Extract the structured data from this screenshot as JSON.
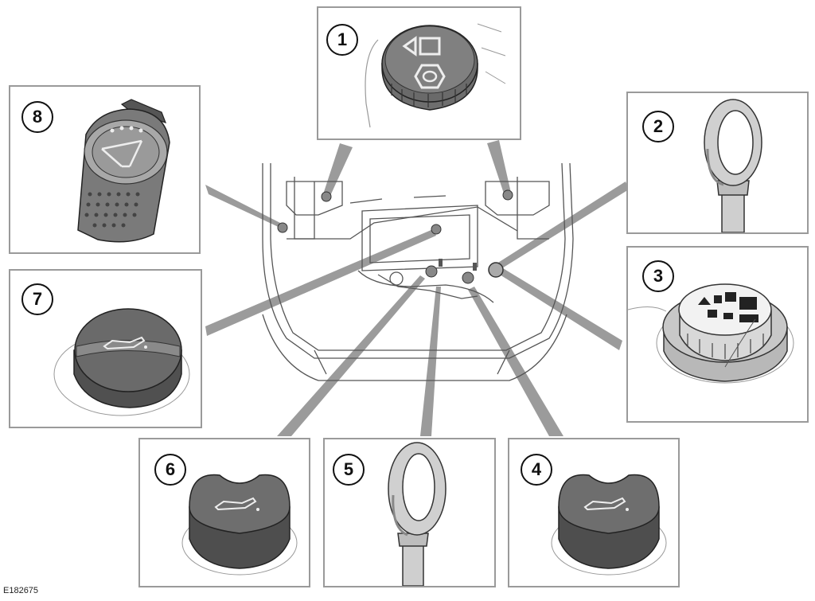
{
  "callouts": [
    "1",
    "2",
    "3",
    "4",
    "5",
    "6",
    "7",
    "8"
  ],
  "figure_ref": "E182675",
  "colors": {
    "panel_border": "#9a9a9a",
    "leader": "#9b9b9b",
    "cap_dark": "#555555",
    "cap_light": "#d6d6d6",
    "line": "#444444"
  },
  "components": [
    {
      "callout": "1",
      "icon": "brake-fluid-reservoir-cap-icon"
    },
    {
      "callout": "2",
      "icon": "transmission-dipstick-icon"
    },
    {
      "callout": "3",
      "icon": "coolant-expansion-tank-cap-icon"
    },
    {
      "callout": "4",
      "icon": "engine-oil-filler-cap-icon"
    },
    {
      "callout": "5",
      "icon": "engine-oil-dipstick-icon"
    },
    {
      "callout": "6",
      "icon": "engine-oil-filler-cap-icon"
    },
    {
      "callout": "7",
      "icon": "engine-oil-filler-cap-icon"
    },
    {
      "callout": "8",
      "icon": "washer-fluid-reservoir-cap-icon"
    }
  ]
}
